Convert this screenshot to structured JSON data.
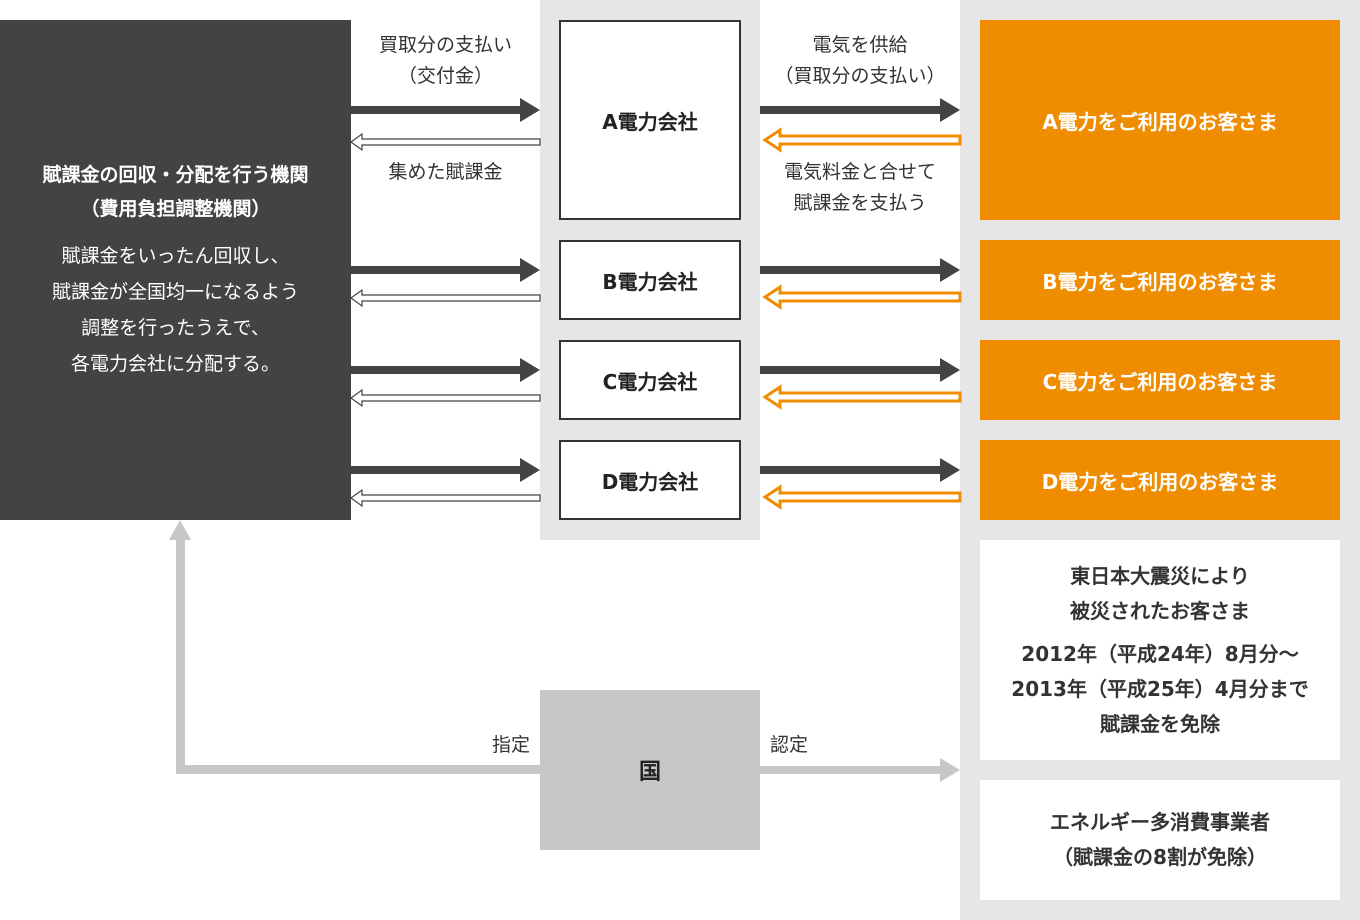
{
  "agency": {
    "title": "賦課金の回収・分配を行う機関\n（費用負担調整機関）",
    "description": "賦課金をいったん回収し、\n賦課金が全国均一になるよう\n調整を行ったうえで、\n各電力会社に分配する。"
  },
  "companies": [
    {
      "label": "A電力会社"
    },
    {
      "label": "B電力会社"
    },
    {
      "label": "C電力会社"
    },
    {
      "label": "D電力会社"
    }
  ],
  "customers": [
    {
      "label": "A電力をご利用のお客さま"
    },
    {
      "label": "B電力をご利用のお客さま"
    },
    {
      "label": "C電力をご利用のお客さま"
    },
    {
      "label": "D電力をご利用のお客さま"
    }
  ],
  "flow_labels": {
    "purchase_payment": "買取分の支払い\n（交付金）",
    "collected_levy": "集めた賦課金",
    "supply_electricity": "電気を供給\n（買取分の支払い）",
    "pay_levy": "電気料金と合せて\n賦課金を支払う",
    "designation": "指定",
    "certification": "認定"
  },
  "exemptions": {
    "disaster_title": "東日本大震災により\n被災されたお客さま",
    "disaster_detail": "2012年（平成24年）8月分〜\n2013年（平成25年）4月分まで\n賦課金を免除",
    "energy_intensive": "エネルギー多消費事業者\n（賦課金の8割が免除）"
  },
  "government": {
    "label": "国"
  },
  "colors": {
    "agency_bg": "#434343",
    "customer_orange": "#f08c00",
    "column_bg": "#e6e6e6",
    "government_bg": "#c7c7c7",
    "arrow_dark": "#434343",
    "arrow_gray": "#c7c7c7"
  }
}
